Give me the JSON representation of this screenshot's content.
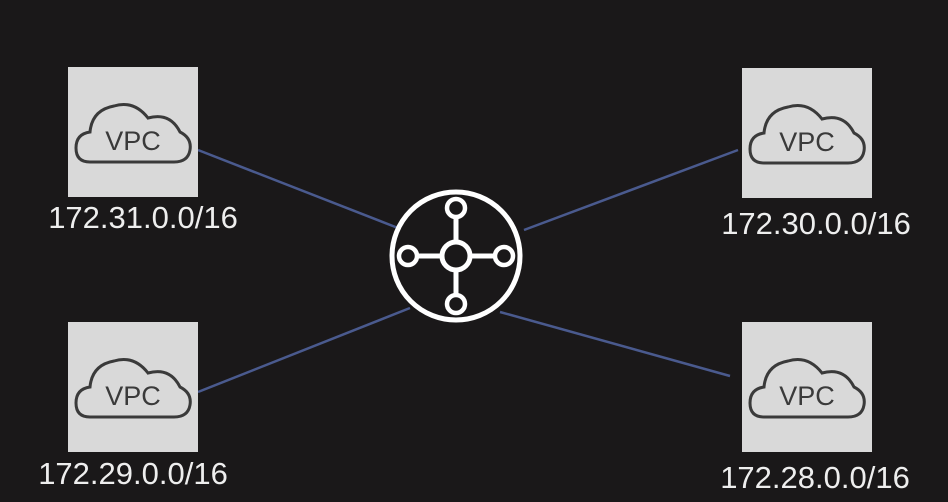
{
  "nodes": {
    "vpc_top_left": {
      "icon_text": "VPC",
      "cidr": "172.31.0.0/16"
    },
    "vpc_bottom_left": {
      "icon_text": "VPC",
      "cidr": "172.29.0.0/16"
    },
    "vpc_top_right": {
      "icon_text": "VPC",
      "cidr": "172.30.0.0/16"
    },
    "vpc_bottom_right": {
      "icon_text": "VPC",
      "cidr": "172.28.0.0/16"
    },
    "hub": {
      "icon": "transit-gateway-icon"
    }
  },
  "colors": {
    "background": "#1a1819",
    "box": "#d9d9d9",
    "connector": "#4a5a8e",
    "hub_stroke": "#ffffff",
    "label": "#eeeeee",
    "icon_line": "#3a3a3a"
  }
}
